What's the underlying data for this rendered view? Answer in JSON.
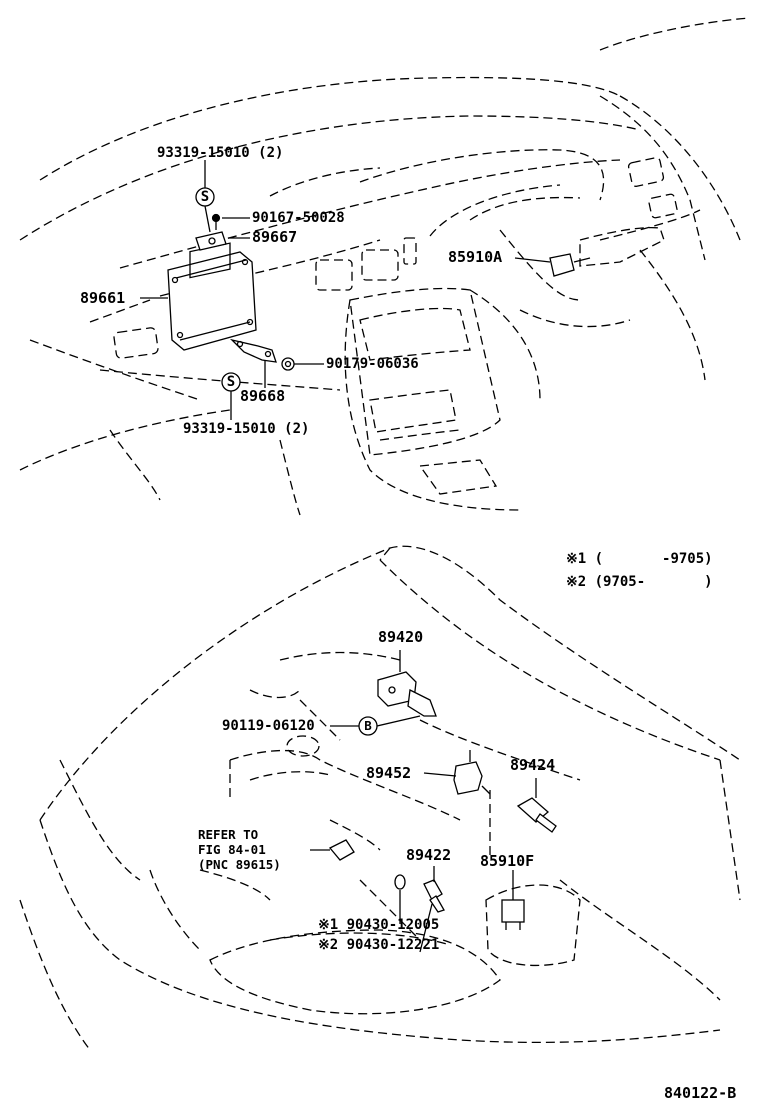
{
  "callouts": {
    "bolt_top": "93319-15010 (2)",
    "screw": "90167-50028",
    "bracket_top": "89667",
    "ecu": "89661",
    "nut": "90179-06036",
    "bracket_bottom": "89668",
    "bolt_bottom": "93319-15010 (2)",
    "relay_dash": "85910A",
    "map_sensor": "89420",
    "bolt_b": "90119-06120",
    "vsv": "89452",
    "temp_sensor": "89424",
    "relay_engine": "85910F",
    "intake_temp": "89422",
    "refer_line1": "REFER TO",
    "refer_line2": "FIG 84-01",
    "refer_line3": "(PNC 89615)",
    "gasket_1": "※1 90430-12005",
    "gasket_2": "※2 90430-12221"
  },
  "symbols": {
    "s_top": "S",
    "s_bottom": "S",
    "b_mark": "B"
  },
  "notes": {
    "note1": "※1 (       -9705)",
    "note2": "※2 (9705-       )"
  },
  "figure_id": "840122-B"
}
